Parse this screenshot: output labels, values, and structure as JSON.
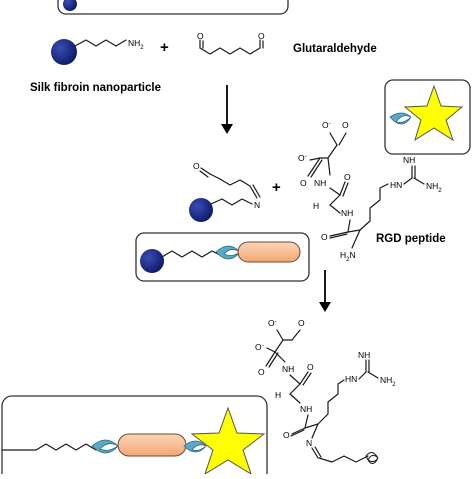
{
  "labels": {
    "silk_fibroin_nanoparticle": "Silk fibroin nanoparticle",
    "glutaraldehyde": "Glutaraldehyde",
    "rgd_peptide": "RGD peptide",
    "plus_1": "+",
    "plus_2": "+"
  },
  "atoms": {
    "nh2": "NH",
    "nh2_sub": "2",
    "o": "O",
    "o_minus": "O",
    "minus": "-",
    "n": "N",
    "nh": "NH",
    "h": "H",
    "h2n": "H",
    "h2n_sub": "2",
    "h2n_n": "N",
    "hn": "HN"
  },
  "colors": {
    "nanoparticle": "#13237a",
    "crescent": "#5aa9c7",
    "linker_rod": "#f7b98e",
    "star": "#ffff00"
  },
  "icons": [
    "nanoparticle-icon",
    "crescent-icon",
    "star-icon",
    "arrow-down-icon"
  ]
}
